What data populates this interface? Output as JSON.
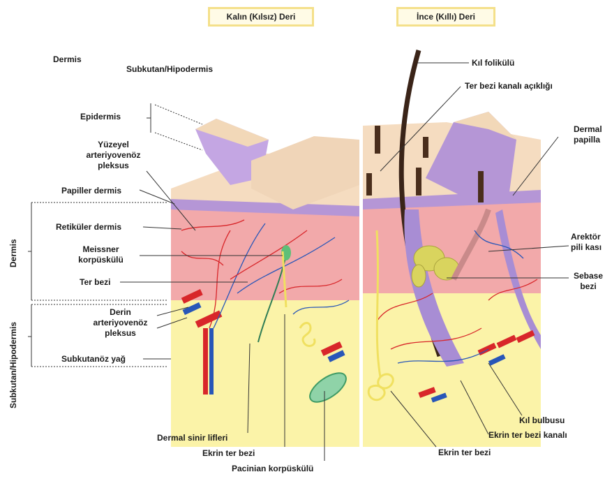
{
  "titles": {
    "thick": "Kalın (Kılsız) Deri",
    "thin": "İnce (Kıllı) Deri"
  },
  "left_labels": {
    "dermis_top": "Dermis",
    "subkutan_top": "Subkutan/Hipodermis",
    "epidermis": "Epidermis",
    "yuzeyel": [
      "Yüzeyel",
      "arteriyovenöz",
      "pleksus"
    ],
    "papiller": "Papiller dermis",
    "retikuler": "Retiküler dermis",
    "meissner": [
      "Meissner",
      "korpüskülü"
    ],
    "ter_bezi": "Ter bezi",
    "derin": [
      "Derin",
      "arteriyovenöz",
      "pleksus"
    ],
    "subkutanoz": "Subkutanöz yağ"
  },
  "vertical_labels": {
    "dermis": "Dermis",
    "subkutan": "Subkutan/Hipodermis"
  },
  "bottom_labels": {
    "dermal_sinir": "Dermal sinir lifleri",
    "ekrin_left": "Ekrin ter bezi",
    "pacinian": "Pacinian korpüskülü"
  },
  "right_labels": {
    "kil_folikulu": "Kıl folikülü",
    "ter_kanal_acikligi": "Ter bezi kanalı açıklığı",
    "dermal_papilla": [
      "Dermal",
      "papilla"
    ],
    "arektor": [
      "Arektör",
      "pili kası"
    ],
    "sebase": [
      "Sebase",
      "bezi"
    ],
    "kil_bulbusu": "Kıl bulbusu",
    "ekrin_kanal": "Ekrin ter bezi kanalı",
    "ekrin_right": "Ekrin ter bezi"
  },
  "colors": {
    "epidermis": "#f3d2b3",
    "epidermis_purple": "#a98bd0",
    "dermis": "#f2a9aa",
    "fat": "#fbf3a8",
    "artery": "#d8262a",
    "vein": "#2856b8",
    "hair": "#3a2418",
    "nerve": "#2f7d55",
    "title_border": "#f4e08a"
  }
}
